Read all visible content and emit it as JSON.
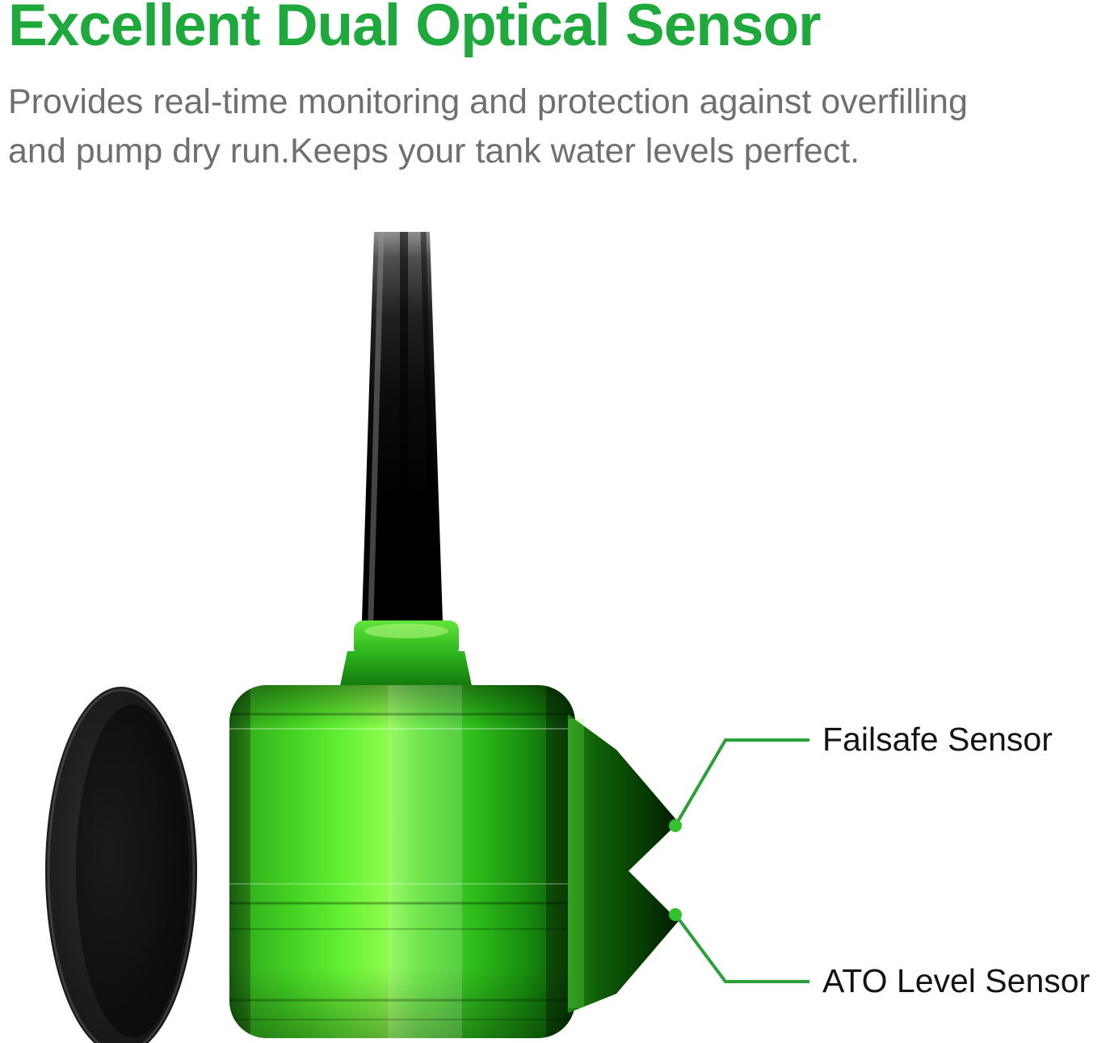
{
  "header": {
    "title": "Excellent Dual Optical Sensor",
    "subtitle_line1": "Provides real-time monitoring and protection against overfilling",
    "subtitle_line2": "and pump dry run.Keeps your tank water levels perfect.",
    "title_color": "#1fa83c",
    "subtitle_color": "#6f6f6f"
  },
  "callouts": [
    {
      "label": "Failsafe Sensor"
    },
    {
      "label": "ATO Level Sensor"
    }
  ],
  "illustration": {
    "description": "Green translucent dual optical sensor with black cable and black mounting magnet disc",
    "parts": [
      "cable",
      "cable-gland",
      "sensor-body",
      "sensor-nozzle",
      "magnet-disc",
      "failsafe-sensor-tip",
      "ato-sensor-tip"
    ]
  },
  "colors": {
    "accent_green": "#1fa83c",
    "callout_line_green": "#2ca03a",
    "device_green_bright": "#8cfb4d",
    "device_green_dark": "#0b4a06",
    "cable_black": "#0c0c0c",
    "disc_black": "#1c1c1c",
    "label_text": "#141414",
    "background": "#ffffff"
  }
}
